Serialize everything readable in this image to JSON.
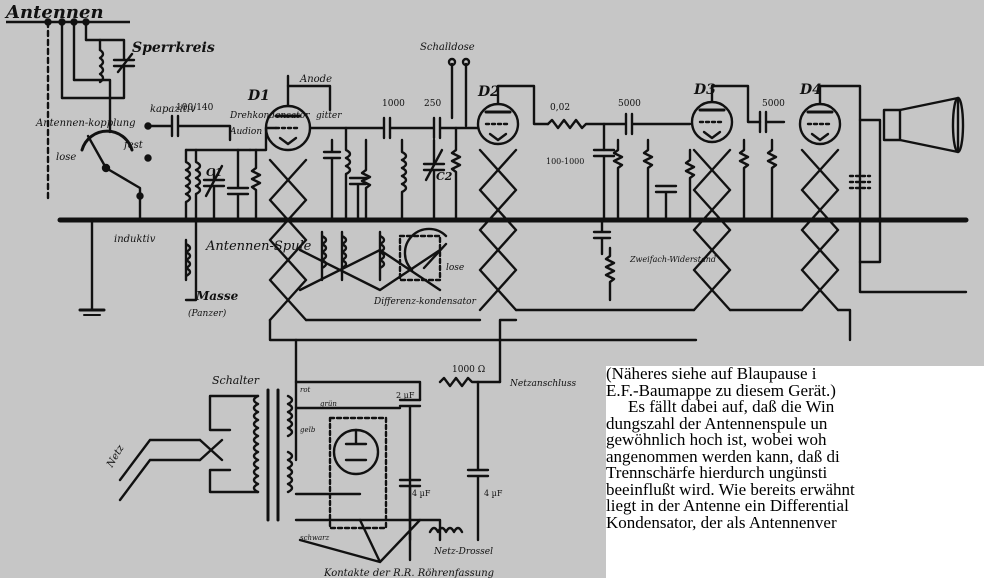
{
  "diagram": {
    "background_color": "#c6c6c6",
    "ink_color": "#111111",
    "title": "Antennen",
    "labels": {
      "sperrkreis": "Sperrkreis",
      "kapazitiv": "kapazitiv",
      "antennen_kopplung": "Antennen-kopplung",
      "lose": "lose",
      "fest": "fest",
      "induktiv": "induktiv",
      "cap_100_140": "100/140",
      "drehkondensator": "Drehkondensator",
      "audion": "Audion",
      "gitter": "gitter",
      "anode": "Anode",
      "d1": "D1",
      "d2": "D2",
      "d3": "D3",
      "d4": "D4",
      "c1": "C1",
      "c2": "C2",
      "cap_1000": "1000",
      "cap_250": "250",
      "schalldose": "Schalldose",
      "res_002": "0,02",
      "cap_5000_a": "5000",
      "cap_5000_b": "5000",
      "cap_100_1000": "100-1000",
      "antennen_spule": "Antennen-Spule",
      "masse": "Masse",
      "masse_sub": "(Panzer)",
      "differenz_kondensator": "Differenz-kondensator",
      "zweifach_widerstand": "Zweifach-Widerstand",
      "lose_right": "lose",
      "netzteil_schalter": "Schalter",
      "vorwiderstand": "1000 Ω",
      "netzanschluss": "Netzanschluss",
      "netzdrossel": "Netz-Drossel",
      "kontakte": "Kontakte der R.R. Röhrenfassung",
      "netz": "Netz",
      "cap_2uf": "2 µF",
      "cap_4uf_a": "4 µF",
      "cap_4uf_b": "4 µF",
      "rot": "rot",
      "gruen": "grün",
      "gelb": "gelb",
      "schwarz": "schwarz"
    }
  },
  "article": {
    "lines": [
      "(Näheres siehe auf Blaupause i",
      "E.F.-Baumappe zu diesem Gerät.)",
      "Es fällt dabei auf, daß die Win",
      "dungszahl der Antennenspule un",
      "gewöhnlich hoch ist, wobei woh",
      "angenommen werden kann, daß di",
      "Trennschärfe hierdurch ungünsti",
      "beeinflußt wird. Wie bereits erwähnt",
      "liegt in der Antenne ein Differential",
      "Kondensator, der als Antennenver"
    ]
  }
}
